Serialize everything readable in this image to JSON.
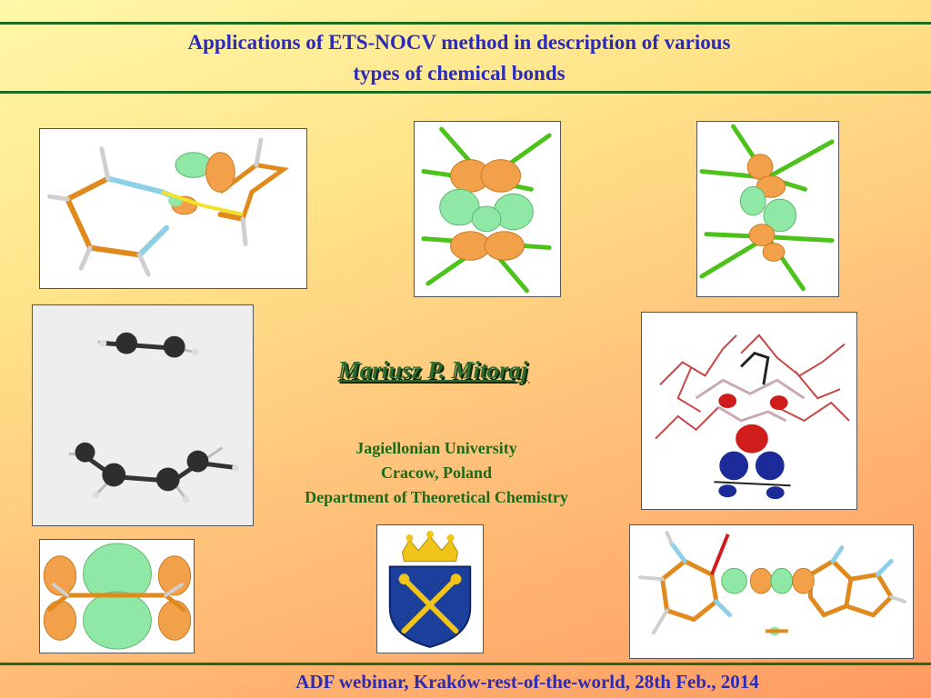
{
  "header": {
    "title_line1": "Applications of ETS-NOCV method in description of various",
    "title_line2": "types of chemical bonds"
  },
  "author": {
    "name": "Mariusz P. Mitoraj"
  },
  "affiliation": {
    "university": "Jagiellonian University",
    "city": "Cracow, Poland",
    "department": "Department of Theoretical Chemistry"
  },
  "footer": {
    "text": "ADF webinar, Kraków-rest-of-the-world, 28th Feb., 2014"
  },
  "colors": {
    "title": "#2b2bb8",
    "rule": "#1e6b1e",
    "author": "#2f6b2f",
    "affiliation": "#1a6b1a",
    "density_orange": "#f2a14a",
    "density_green": "#8fe8a6",
    "logo_blue": "#1c3f9c",
    "logo_gold": "#f0c419"
  },
  "images": [
    {
      "icon": "molecule-imidazole-density-image"
    },
    {
      "icon": "metal-complex-density-image-1"
    },
    {
      "icon": "metal-complex-density-image-2"
    },
    {
      "icon": "acetylene-butadiene-image"
    },
    {
      "icon": "metal-cluster-density-image"
    },
    {
      "icon": "ethylene-pi-density-image"
    },
    {
      "icon": "jagiellonian-university-logo"
    },
    {
      "icon": "base-pair-hydrogen-bond-image"
    }
  ]
}
